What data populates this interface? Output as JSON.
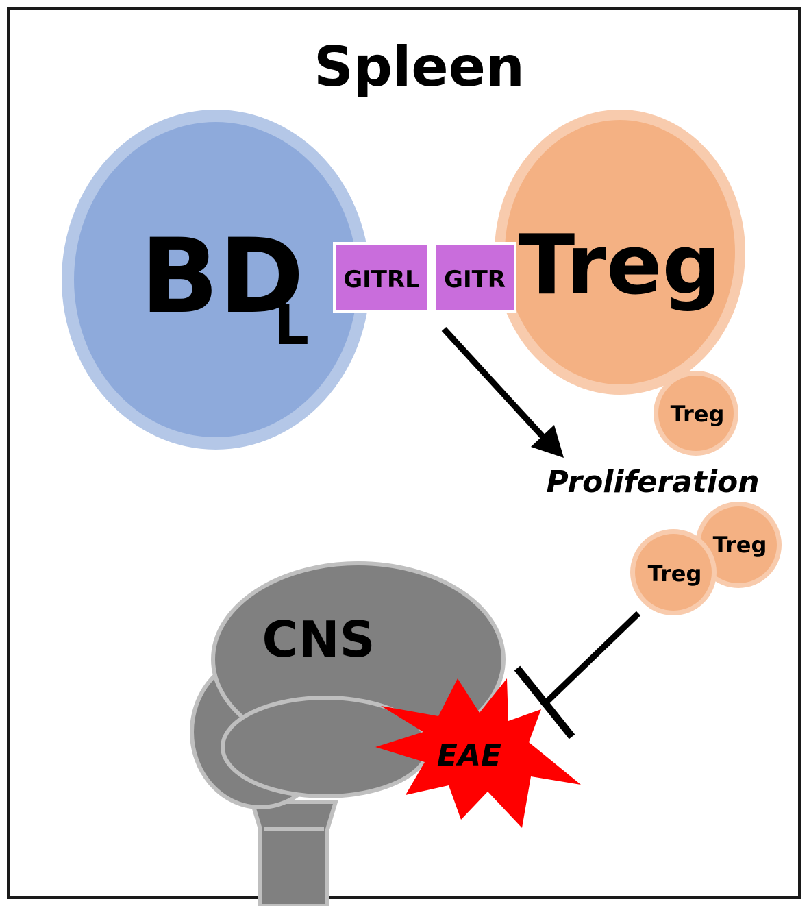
{
  "title": "Spleen",
  "cells": {
    "bdl": {
      "label": "BD",
      "subscript": "L"
    },
    "treg_main": {
      "label": "Treg"
    },
    "treg_small_1": {
      "label": "Treg"
    },
    "treg_small_2": {
      "label": "Treg"
    },
    "treg_small_3": {
      "label": "Treg"
    }
  },
  "receptors": {
    "gitrl": "GITRL",
    "gitr": "GITR"
  },
  "process": {
    "proliferation": "Proliferation"
  },
  "cns": {
    "label": "CNS",
    "lesion": "EAE"
  },
  "colors": {
    "frame": "#1a1a1a",
    "bdl_fill": "#8eaadb",
    "bdl_rim": "#b4c7e7",
    "treg_fill": "#f4b183",
    "treg_rim": "#f8cbad",
    "receptor_fill": "#c96ddc",
    "receptor_rim": "#ffffff",
    "cns_fill": "#808080",
    "cns_outline": "#bfbfbf",
    "eae_fill": "#ff0000",
    "arrow": "#000000"
  },
  "icons": {
    "activation": "arrow-icon",
    "inhibition": "inhibition-bar-icon"
  }
}
